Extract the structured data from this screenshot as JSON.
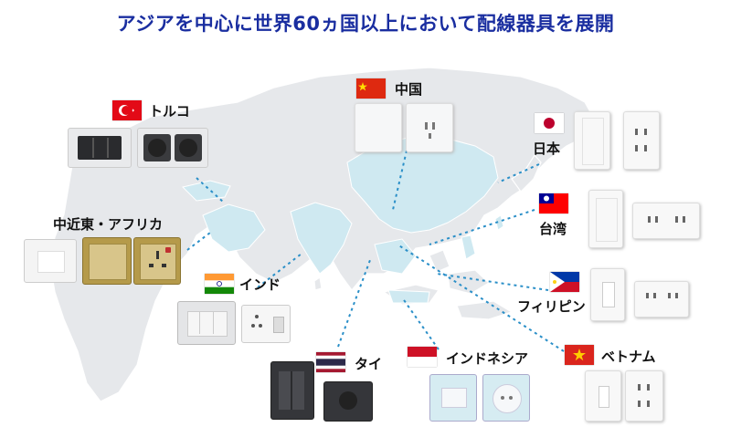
{
  "title": "アジアを中心に世界60ヵ国以上において配線器具を展開",
  "countries": [
    {
      "key": "turkey",
      "label": "トルコ"
    },
    {
      "key": "china",
      "label": "中国"
    },
    {
      "key": "japan",
      "label": "日本"
    },
    {
      "key": "middle_east",
      "label": "中近東・アフリカ"
    },
    {
      "key": "taiwan",
      "label": "台湾"
    },
    {
      "key": "india",
      "label": "インド"
    },
    {
      "key": "philippines",
      "label": "フィリピン"
    },
    {
      "key": "thailand",
      "label": "タイ"
    },
    {
      "key": "indonesia",
      "label": "インドネシア"
    },
    {
      "key": "vietnam",
      "label": "ベトナム"
    }
  ],
  "colors": {
    "title": "#1a2ea0",
    "map_land": "#e6e8eb",
    "map_highlight": "#cfe9f1",
    "leader_line": "#2a8fc8"
  }
}
